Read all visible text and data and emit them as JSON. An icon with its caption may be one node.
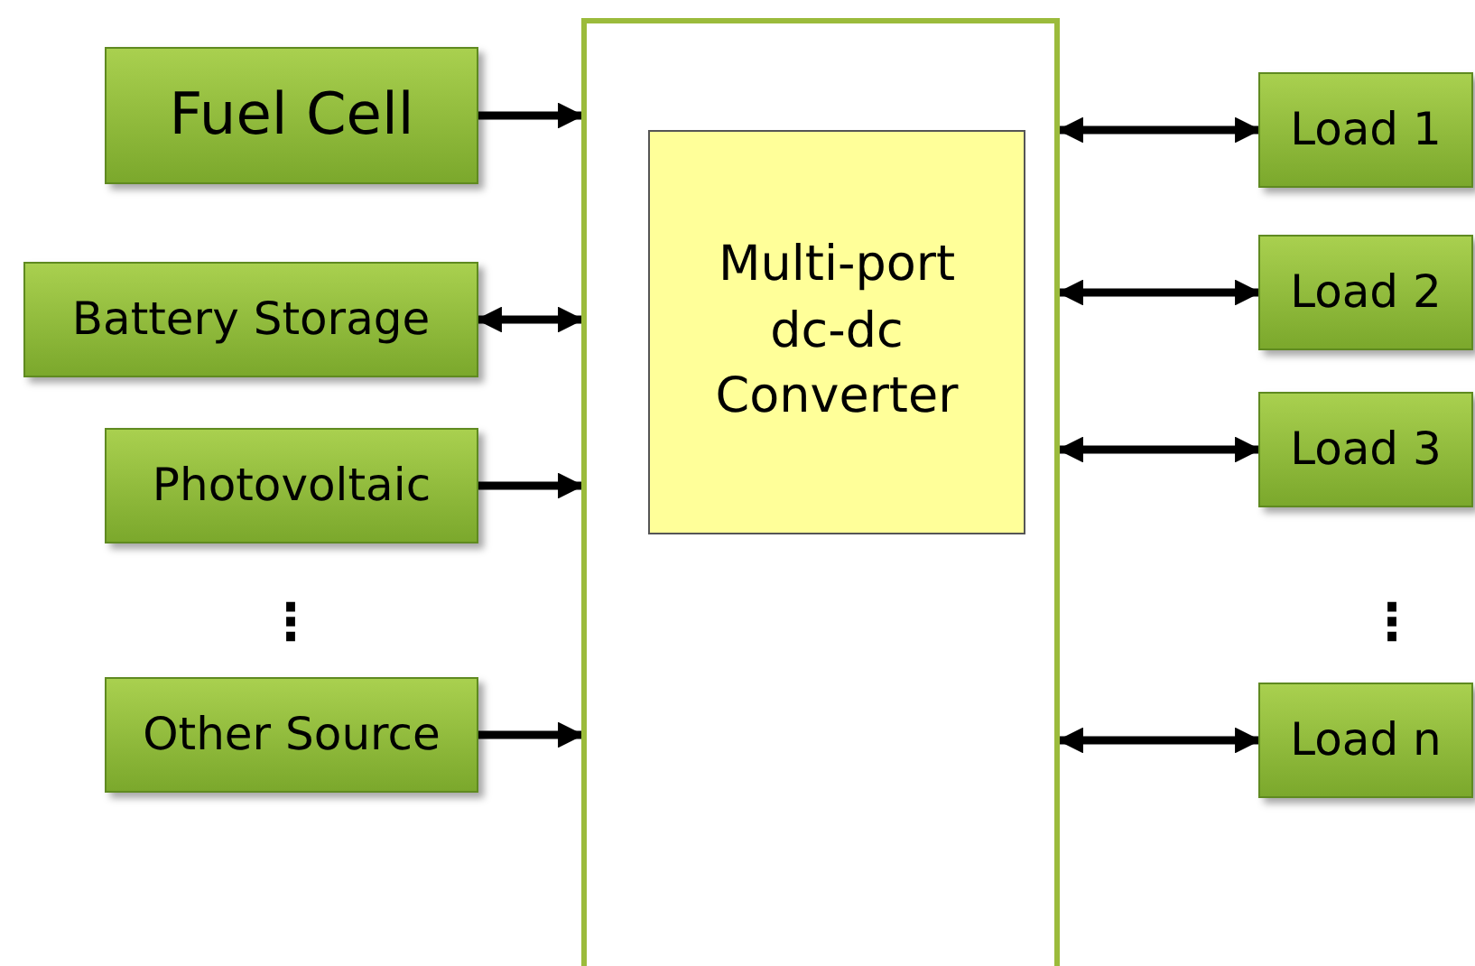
{
  "diagram": {
    "nodes": [
      {
        "text": [],
        "shape": "box"
      },
      {
        "text": [
          "Multi-port dc-dc Converter"
        ],
        "in": 0
      },
      {
        "text": [
          "Fuel Cell"
        ]
      },
      {
        "text": [
          "Battery Storage"
        ]
      },
      {
        "text": [
          "Photovoltaic"
        ]
      },
      {
        "text": [
          "Other Source"
        ]
      },
      {
        "text": [
          "Load 1"
        ]
      },
      {
        "text": [
          "Load 2"
        ]
      },
      {
        "text": [
          "Load 3"
        ]
      },
      {
        "text": [
          "Load n"
        ]
      }
    ],
    "edges": [
      {
        "from": 2,
        "to": 0,
        "arrow": "to"
      },
      {
        "from": 3,
        "to": 0,
        "arrow": "both"
      },
      {
        "from": 4,
        "to": 0,
        "arrow": "to"
      },
      {
        "from": 5,
        "to": 0,
        "arrow": "to"
      },
      {
        "from": 0,
        "to": 6,
        "arrow": "both"
      },
      {
        "from": 0,
        "to": 7,
        "arrow": "both"
      },
      {
        "from": 0,
        "to": 8,
        "arrow": "both"
      },
      {
        "from": 0,
        "to": 9,
        "arrow": "both"
      }
    ],
    "labels": [
      "⋮",
      "⋮"
    ]
  }
}
